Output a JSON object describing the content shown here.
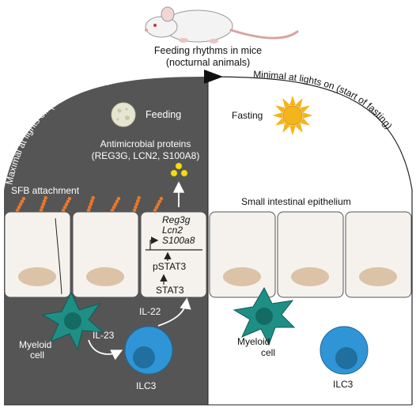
{
  "header": {
    "title_line1": "Feeding rhythms in mice",
    "title_line2": "(nocturnal animals)"
  },
  "arcs": {
    "left": "Maximal at lights off (start of feeding)",
    "right": "Minimal at lights on (start of fasting)"
  },
  "night_panel": {
    "feeding_label": "Feeding",
    "amp_title_line1": "Antimicrobial proteins",
    "amp_title_line2": "(REG3G, LCN2, S100A8)",
    "sfb_label": "SFB attachment",
    "genes": [
      "Reg3g",
      "Lcn2",
      "S100a8"
    ],
    "pstat3_label": "pSTAT3",
    "stat3_label": "STAT3",
    "il22_label": "IL-22",
    "il23_label": "IL-23",
    "myeloid_line1": "Myeloid",
    "myeloid_line2": "cell",
    "ilc3_label": "ILC3"
  },
  "day_panel": {
    "fasting_label": "Fasting",
    "epithelium_label": "Small intestinal epithelium",
    "myeloid_line1": "Myeloid",
    "myeloid_line2": "cell",
    "ilc3_label": "ILC3"
  },
  "colors": {
    "night_bg": "#555555",
    "epithelium_fill": "#f5f2ee",
    "nucleus": "#dcc2a6",
    "myeloid": "#1f8f86",
    "myeloid_nucleus": "#136b64",
    "ilc3": "#2f95d6",
    "ilc3_nucleus": "#1f6f9f",
    "bacteria": "#e8782a",
    "amp_dots": "#f6dc15",
    "sun": "#f4b51c",
    "moon": "#e6e6d0"
  }
}
